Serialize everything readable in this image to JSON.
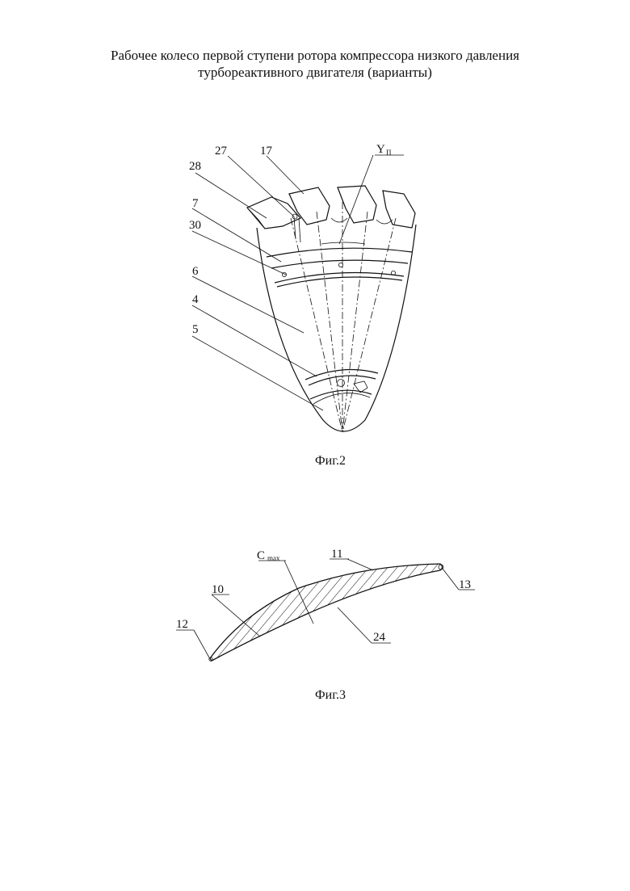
{
  "title": {
    "line1": "Рабочее колесо первой ступени ротора компрессора низкого давления",
    "line2": "турбореактивного двигателя (варианты)"
  },
  "fig2": {
    "caption": "Фиг.2",
    "labels": {
      "l27": "27",
      "l17": "17",
      "lY": "Y",
      "lYsub": "П",
      "l28": "28",
      "l7": "7",
      "l30": "30",
      "l6": "6",
      "l4": "4",
      "l5": "5"
    }
  },
  "fig3": {
    "caption": "Фиг.3",
    "labels": {
      "cmax": "C",
      "cmax_sub": "max",
      "l11": "11",
      "l10": "10",
      "l13": "13",
      "l12": "12",
      "l24": "24"
    }
  }
}
